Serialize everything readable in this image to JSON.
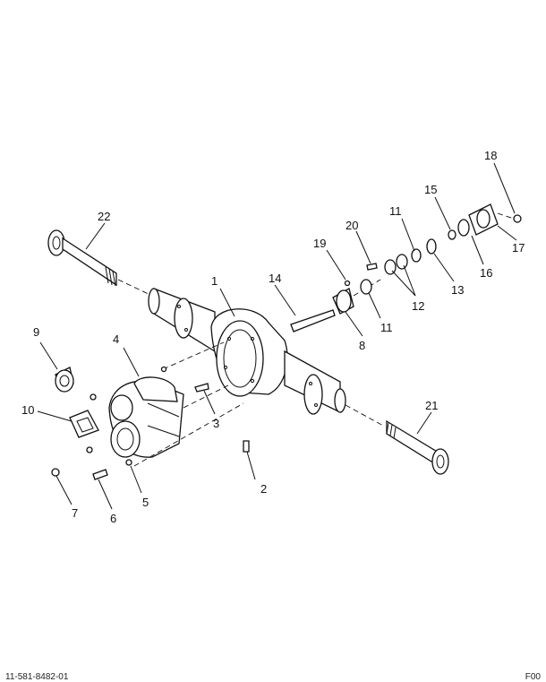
{
  "callouts": {
    "c1": "1",
    "c2": "2",
    "c3": "3",
    "c4": "4",
    "c5": "5",
    "c6": "6",
    "c7": "7",
    "c8": "8",
    "c9": "9",
    "c10": "10",
    "c11a": "11",
    "c11b": "11",
    "c12": "12",
    "c13": "13",
    "c14": "14",
    "c15": "15",
    "c16": "16",
    "c17": "17",
    "c18": "18",
    "c19": "19",
    "c20": "20",
    "c21": "21",
    "c22": "22"
  },
  "footer": {
    "doc_id": "11-581-8482-01",
    "page_code": "F00"
  }
}
